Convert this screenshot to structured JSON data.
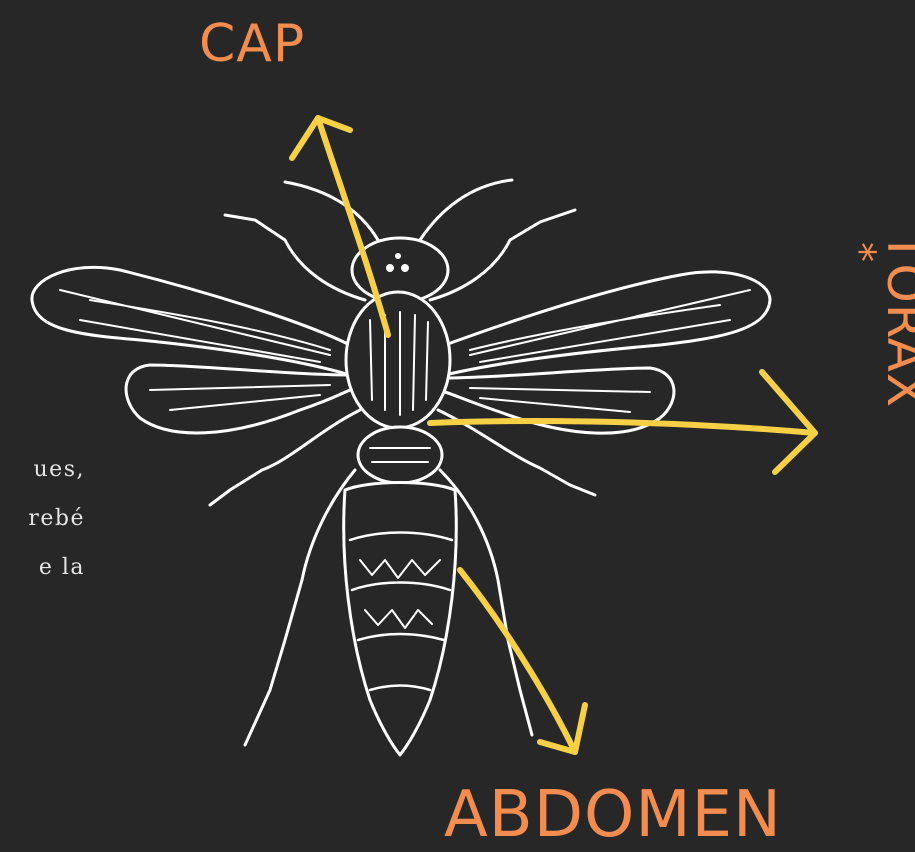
{
  "labels": {
    "head": "CAP",
    "thorax": "TÒRAX",
    "thorax_mark": "*",
    "abdomen": "ABDOMEN"
  },
  "partial_text": {
    "lines": [
      "ues,",
      "rebé",
      "e la"
    ]
  },
  "colors": {
    "background": "#272727",
    "label": "#f28c4f",
    "arrow": "#f7d046",
    "illustration": "#ffffff",
    "text": "#e6e6e6"
  },
  "icons": {
    "illustration": "wasp-illustration",
    "arrows": "hand-drawn-arrow"
  }
}
